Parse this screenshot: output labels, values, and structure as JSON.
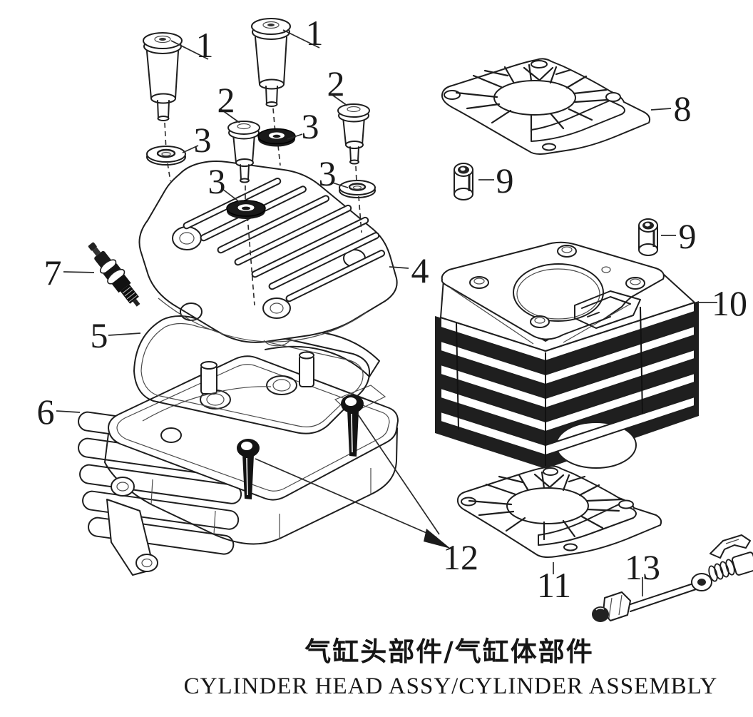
{
  "diagram": {
    "paper_color": "#ffffff",
    "ink_color": "#1e1e1e",
    "callouts": {
      "c1a": "1",
      "c1b": "1",
      "c2a": "2",
      "c2b": "2",
      "c3a": "3",
      "c3b": "3",
      "c3c": "3",
      "c3d": "3",
      "c4": "4",
      "c5": "5",
      "c6": "6",
      "c7": "7",
      "c8": "8",
      "c9a": "9",
      "c9b": "9",
      "c10": "10",
      "c11": "11",
      "c12": "12",
      "c13": "13"
    },
    "title": {
      "zh": "气缸头部件/气缸体部件",
      "en": "CYLINDER HEAD ASSY/CYLINDER ASSEMBLY"
    }
  }
}
